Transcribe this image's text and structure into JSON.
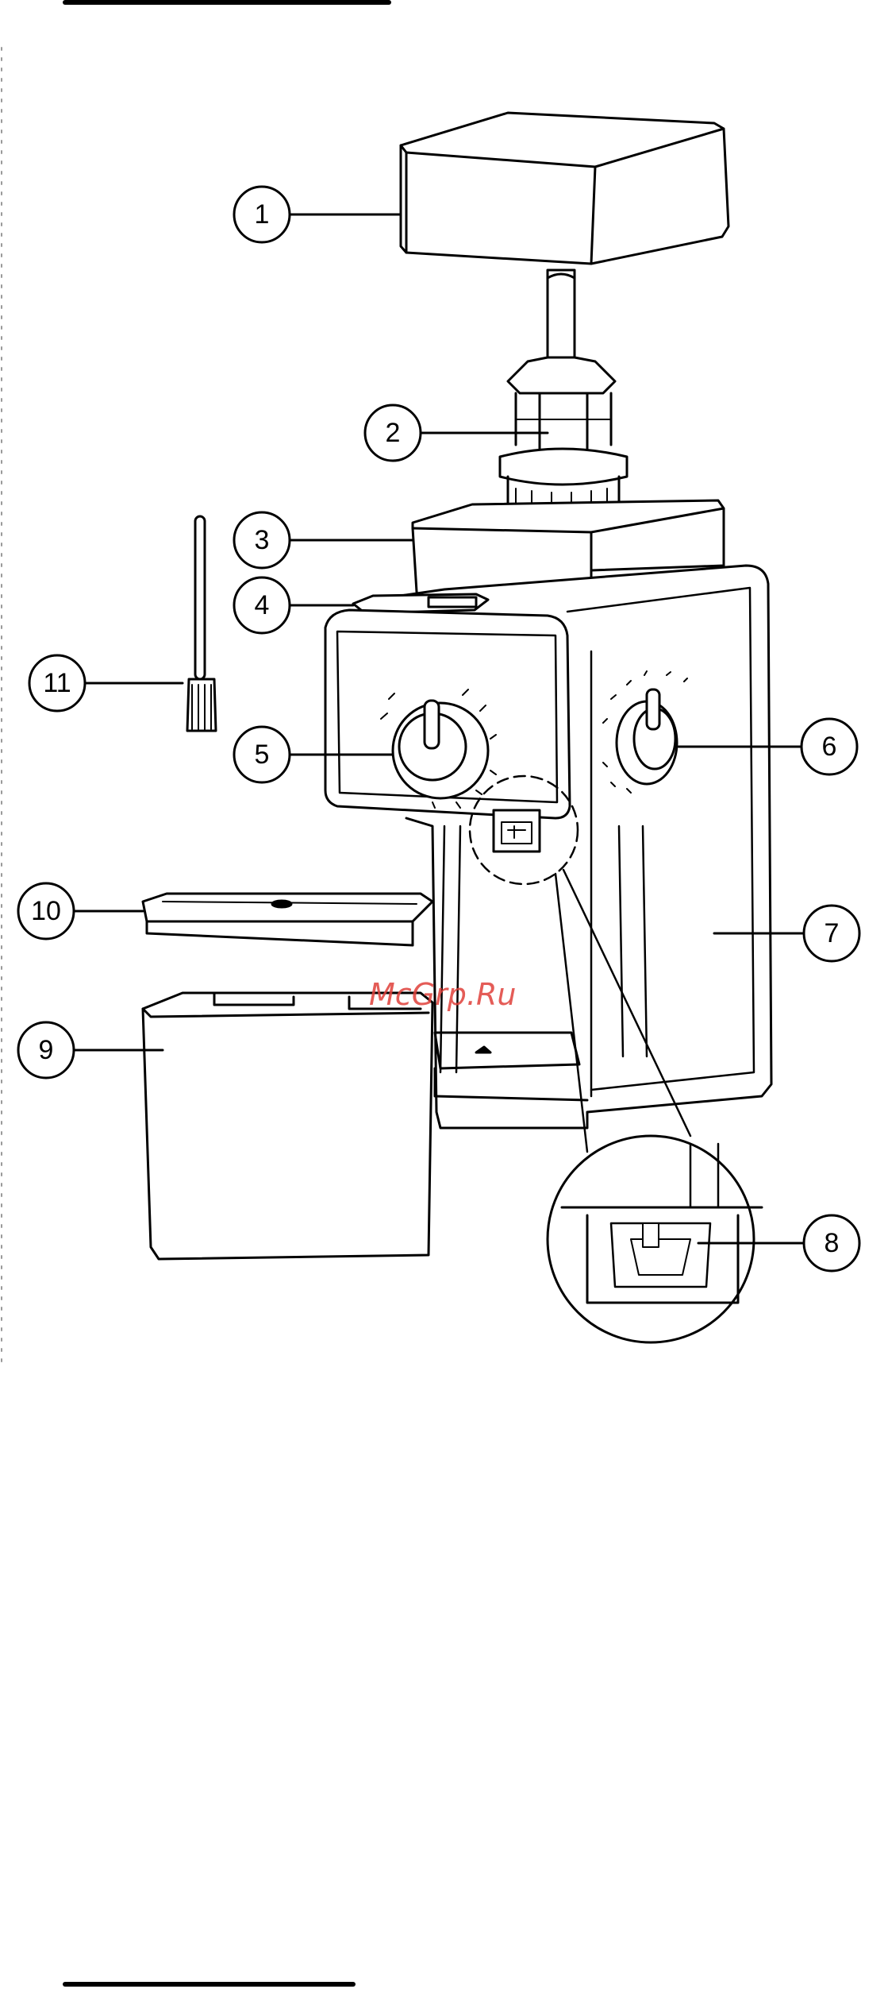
{
  "watermark": "McGrp.Ru",
  "callouts": [
    {
      "id": "1",
      "label": "1"
    },
    {
      "id": "2",
      "label": "2"
    },
    {
      "id": "3",
      "label": "3"
    },
    {
      "id": "4",
      "label": "4"
    },
    {
      "id": "5",
      "label": "5"
    },
    {
      "id": "6",
      "label": "6"
    },
    {
      "id": "7",
      "label": "7"
    },
    {
      "id": "8",
      "label": "8"
    },
    {
      "id": "9",
      "label": "9"
    },
    {
      "id": "10",
      "label": "10"
    },
    {
      "id": "11",
      "label": "11"
    }
  ],
  "colors": {
    "line": "#000000",
    "watermark": "#e0403a",
    "background": "#ffffff"
  }
}
